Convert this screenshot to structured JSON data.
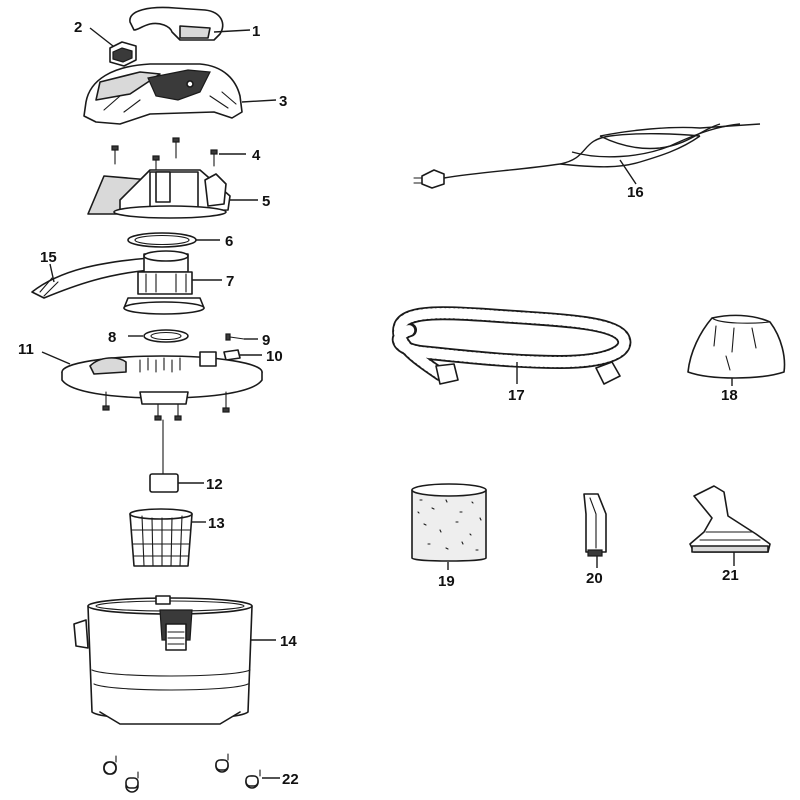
{
  "diagram": {
    "parts": [
      {
        "number": "1",
        "icon": "handle-icon"
      },
      {
        "number": "2",
        "icon": "switch-icon"
      },
      {
        "number": "3",
        "icon": "motor-cover-icon"
      },
      {
        "number": "4",
        "icon": "screw-icon"
      },
      {
        "number": "5",
        "icon": "motor-housing-icon"
      },
      {
        "number": "6",
        "icon": "gasket-ring-icon"
      },
      {
        "number": "7",
        "icon": "motor-icon"
      },
      {
        "number": "8",
        "icon": "seal-ring-icon"
      },
      {
        "number": "9",
        "icon": "screw-icon"
      },
      {
        "number": "10",
        "icon": "clip-icon"
      },
      {
        "number": "11",
        "icon": "lid-icon"
      },
      {
        "number": "12",
        "icon": "float-icon"
      },
      {
        "number": "13",
        "icon": "filter-cage-icon"
      },
      {
        "number": "14",
        "icon": "tank-icon"
      },
      {
        "number": "15",
        "icon": "wiring-icon"
      },
      {
        "number": "16",
        "icon": "power-cord-icon"
      },
      {
        "number": "17",
        "icon": "hose-icon"
      },
      {
        "number": "18",
        "icon": "dust-bag-icon"
      },
      {
        "number": "19",
        "icon": "foam-filter-icon"
      },
      {
        "number": "20",
        "icon": "crevice-tool-icon"
      },
      {
        "number": "21",
        "icon": "upholstery-nozzle-icon"
      },
      {
        "number": "22",
        "icon": "caster-wheel-icon"
      }
    ]
  }
}
